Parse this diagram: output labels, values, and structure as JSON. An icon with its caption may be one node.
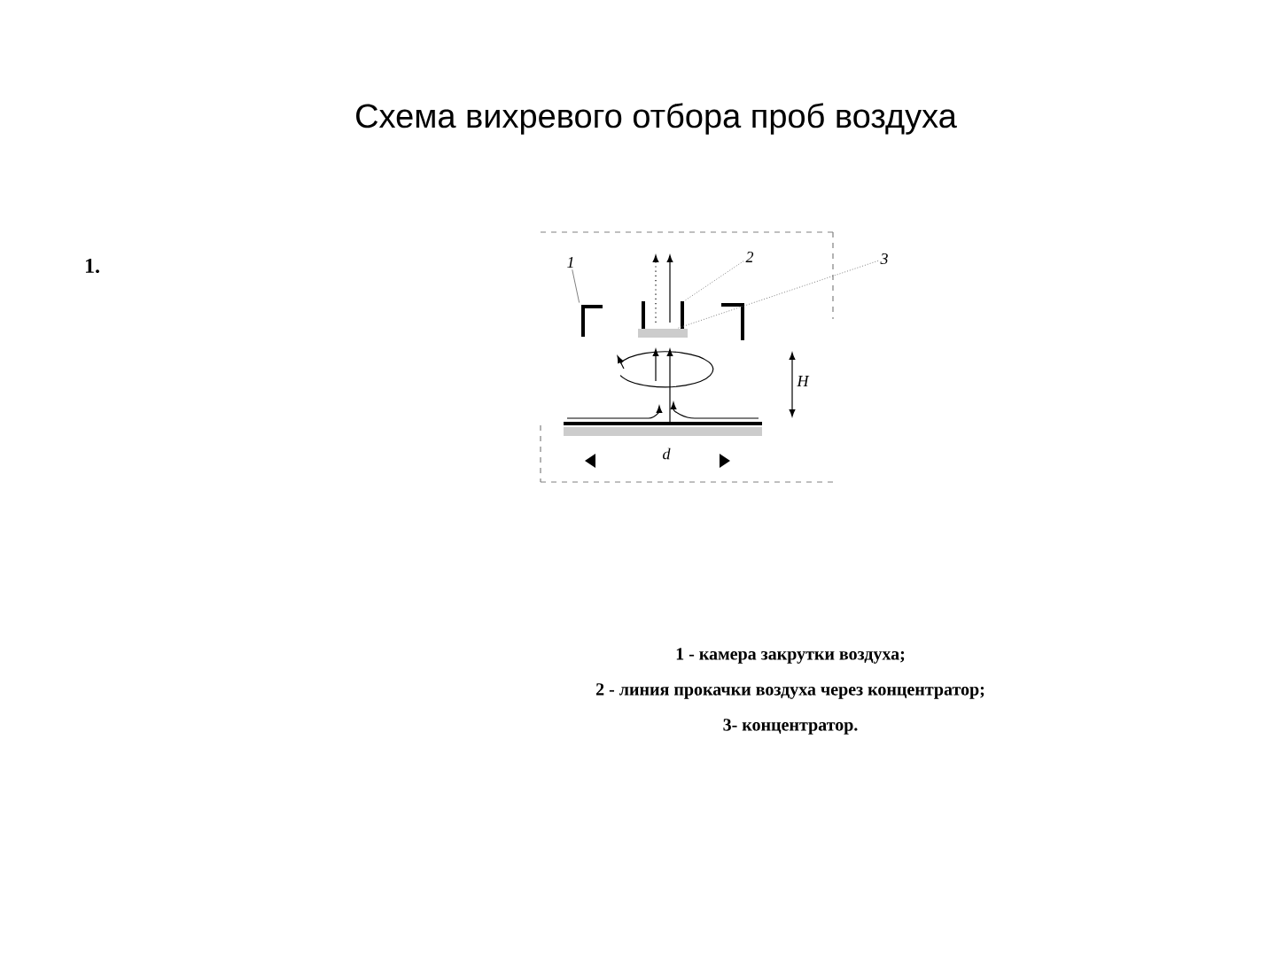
{
  "diagram": {
    "title": "Схема вихревого отбора проб воздуха",
    "nodes": [
      {
        "text": [
          "1"
        ]
      },
      {
        "text": [
          "2"
        ]
      },
      {
        "text": [
          "3"
        ]
      },
      {
        "text": [],
        "shape": "box"
      },
      {
        "text": [],
        "shape": "box"
      },
      {
        "text": [],
        "shape": "bar"
      }
    ],
    "edges": [
      {
        "from": 0,
        "to": 3,
        "arrow": "none"
      },
      {
        "from": 1,
        "to": 4,
        "arrow": "none",
        "style": "dashed"
      },
      {
        "from": 2,
        "to": 5,
        "arrow": "none",
        "style": "dashed"
      }
    ],
    "labels": [
      "1.",
      "H",
      "d",
      "1 - камера закрутки воздуха;",
      "2 - линия прокачки воздуха через концентратор;",
      "3- концентратор."
    ]
  }
}
